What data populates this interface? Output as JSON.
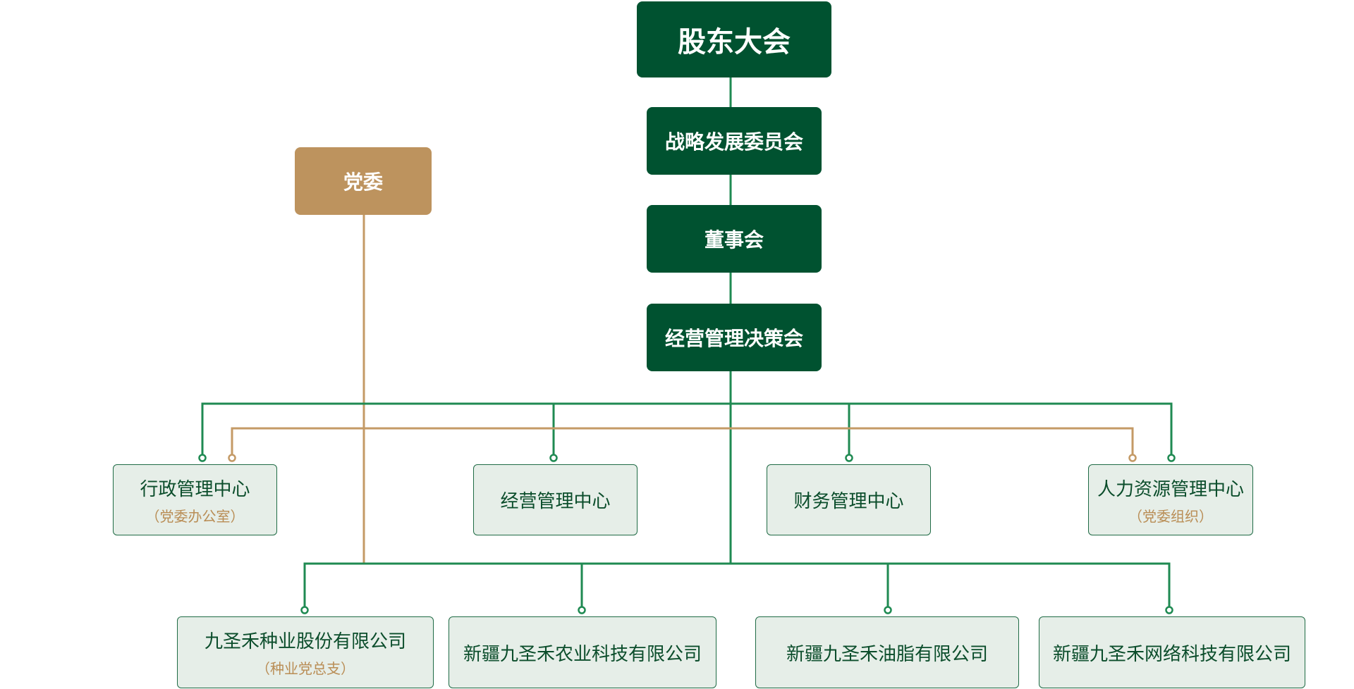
{
  "colors": {
    "dark_green": "#005230",
    "gold": "#bd935e",
    "light_bg": "#e6eee8",
    "green_line": "#1f8a52",
    "gold_line": "#c49a66"
  },
  "top": {
    "shareholders": "股东大会",
    "strategy": "战略发展委员会",
    "board": "董事会",
    "decision": "经营管理决策会",
    "party": "党委"
  },
  "centers": [
    {
      "name": "行政管理中心",
      "sub": "（党委办公室）"
    },
    {
      "name": "经营管理中心",
      "sub": ""
    },
    {
      "name": "财务管理中心",
      "sub": ""
    },
    {
      "name": "人力资源管理中心",
      "sub": "（党委组织）"
    }
  ],
  "subsidiaries": [
    {
      "name": "九圣禾种业股份有限公司",
      "sub": "（种业党总支）"
    },
    {
      "name": "新疆九圣禾农业科技有限公司",
      "sub": ""
    },
    {
      "name": "新疆九圣禾油脂有限公司",
      "sub": ""
    },
    {
      "name": "新疆九圣禾网络科技有限公司",
      "sub": ""
    }
  ]
}
